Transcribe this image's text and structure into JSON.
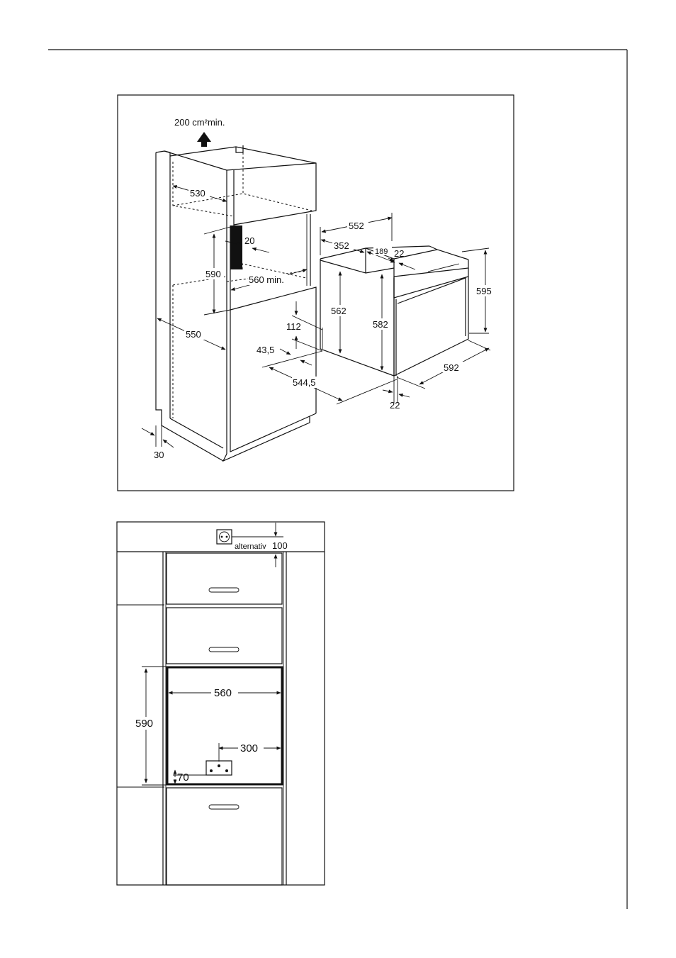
{
  "diagram_top": {
    "vent": "200 cm²min.",
    "dims": {
      "d530": "530",
      "d20": "20",
      "d590": "590",
      "d560min": "560 min.",
      "d550": "550",
      "d30": "30",
      "d112": "112",
      "d43_5": "43,5",
      "d544_5": "544,5",
      "d552": "552",
      "d352": "352",
      "d189": "189",
      "d22_top": "22",
      "d562": "562",
      "d582": "582",
      "d595": "595",
      "d592": "592",
      "d22_bottom": "22"
    }
  },
  "diagram_bottom": {
    "socket_label": "alternativ",
    "d100": "100",
    "d560": "560",
    "d590": "590",
    "d300": "300",
    "d70": "70"
  }
}
